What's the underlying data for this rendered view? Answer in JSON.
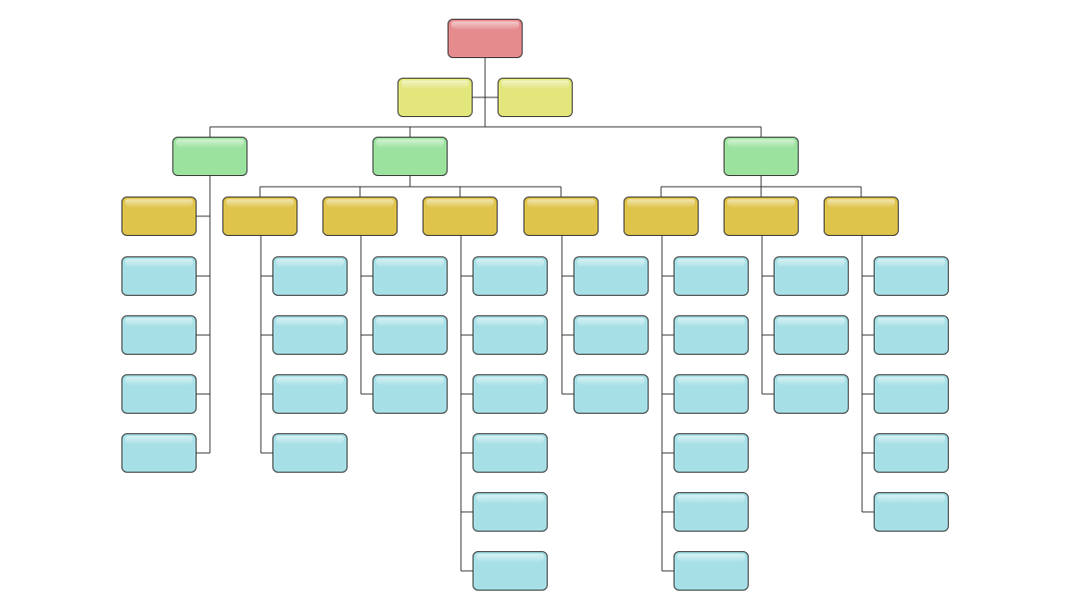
{
  "colors": {
    "level-0": "#e58a8d",
    "level-1": "#e2e67b",
    "level-2": "#9ce29f",
    "level-3": "#dfc44b",
    "level-4": "#a6e0e6",
    "connector": "#2a2a2a"
  },
  "tree": {
    "id": "root",
    "level": 0,
    "label": "",
    "assistants": [
      {
        "id": "assistant-left",
        "level": 1,
        "label": ""
      },
      {
        "id": "assistant-right",
        "level": 1,
        "label": ""
      }
    ],
    "children": [
      {
        "id": "dept-1",
        "level": 2,
        "label": "",
        "layout": "side",
        "children": [
          {
            "id": "dept-1-unit-1",
            "level": 3,
            "label": "",
            "children": [
              {
                "id": "leaf-1-1-1",
                "level": 4,
                "label": ""
              },
              {
                "id": "leaf-1-1-2",
                "level": 4,
                "label": ""
              },
              {
                "id": "leaf-1-1-3",
                "level": 4,
                "label": ""
              },
              {
                "id": "leaf-1-1-4",
                "level": 4,
                "label": ""
              }
            ]
          }
        ]
      },
      {
        "id": "dept-2",
        "level": 2,
        "label": "",
        "layout": "horizontal",
        "children": [
          {
            "id": "dept-2-unit-1",
            "level": 3,
            "label": "",
            "children": [
              {
                "id": "leaf-2-1-1",
                "level": 4,
                "label": ""
              },
              {
                "id": "leaf-2-1-2",
                "level": 4,
                "label": ""
              },
              {
                "id": "leaf-2-1-3",
                "level": 4,
                "label": ""
              },
              {
                "id": "leaf-2-1-4",
                "level": 4,
                "label": ""
              }
            ]
          },
          {
            "id": "dept-2-unit-2",
            "level": 3,
            "label": "",
            "children": [
              {
                "id": "leaf-2-2-1",
                "level": 4,
                "label": ""
              },
              {
                "id": "leaf-2-2-2",
                "level": 4,
                "label": ""
              },
              {
                "id": "leaf-2-2-3",
                "level": 4,
                "label": ""
              }
            ]
          },
          {
            "id": "dept-2-unit-3",
            "level": 3,
            "label": "",
            "children": [
              {
                "id": "leaf-2-3-1",
                "level": 4,
                "label": ""
              },
              {
                "id": "leaf-2-3-2",
                "level": 4,
                "label": ""
              },
              {
                "id": "leaf-2-3-3",
                "level": 4,
                "label": ""
              },
              {
                "id": "leaf-2-3-4",
                "level": 4,
                "label": ""
              },
              {
                "id": "leaf-2-3-5",
                "level": 4,
                "label": ""
              },
              {
                "id": "leaf-2-3-6",
                "level": 4,
                "label": ""
              }
            ]
          },
          {
            "id": "dept-2-unit-4",
            "level": 3,
            "label": "",
            "children": [
              {
                "id": "leaf-2-4-1",
                "level": 4,
                "label": ""
              },
              {
                "id": "leaf-2-4-2",
                "level": 4,
                "label": ""
              },
              {
                "id": "leaf-2-4-3",
                "level": 4,
                "label": ""
              }
            ]
          }
        ]
      },
      {
        "id": "dept-3",
        "level": 2,
        "label": "",
        "layout": "horizontal",
        "children": [
          {
            "id": "dept-3-unit-1",
            "level": 3,
            "label": "",
            "children": [
              {
                "id": "leaf-3-1-1",
                "level": 4,
                "label": ""
              },
              {
                "id": "leaf-3-1-2",
                "level": 4,
                "label": ""
              },
              {
                "id": "leaf-3-1-3",
                "level": 4,
                "label": ""
              },
              {
                "id": "leaf-3-1-4",
                "level": 4,
                "label": ""
              },
              {
                "id": "leaf-3-1-5",
                "level": 4,
                "label": ""
              },
              {
                "id": "leaf-3-1-6",
                "level": 4,
                "label": ""
              }
            ]
          },
          {
            "id": "dept-3-unit-2",
            "level": 3,
            "label": "",
            "children": [
              {
                "id": "leaf-3-2-1",
                "level": 4,
                "label": ""
              },
              {
                "id": "leaf-3-2-2",
                "level": 4,
                "label": ""
              },
              {
                "id": "leaf-3-2-3",
                "level": 4,
                "label": ""
              }
            ]
          },
          {
            "id": "dept-3-unit-3",
            "level": 3,
            "label": "",
            "children": [
              {
                "id": "leaf-3-3-1",
                "level": 4,
                "label": ""
              },
              {
                "id": "leaf-3-3-2",
                "level": 4,
                "label": ""
              },
              {
                "id": "leaf-3-3-3",
                "level": 4,
                "label": ""
              },
              {
                "id": "leaf-3-3-4",
                "level": 4,
                "label": ""
              },
              {
                "id": "leaf-3-3-5",
                "level": 4,
                "label": ""
              }
            ]
          }
        ]
      }
    ]
  }
}
